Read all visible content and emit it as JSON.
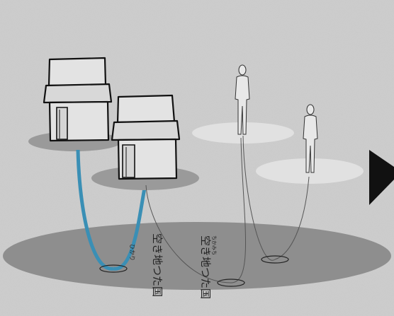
{
  "labels": {
    "building_path_caption": "空き地つた国",
    "building_path_small": "ひかり",
    "people_path_caption": "空き地つた国",
    "people_path_small": "ちかみち"
  },
  "colors": {
    "background": "#c9c9c9",
    "ground_platform": "#8e8e8e",
    "building_disc": "#9a9a9a",
    "person_disc": "#e6e6e6",
    "building_link": "#3a8fb5",
    "person_link": "#6a6a6a",
    "arrow": "#111111",
    "house_fill": "#e3e3e3",
    "person_fill": "#e8e8e8"
  },
  "icons": {
    "building": "house-icon",
    "person": "person-icon",
    "arrow": "play-arrow-icon"
  }
}
